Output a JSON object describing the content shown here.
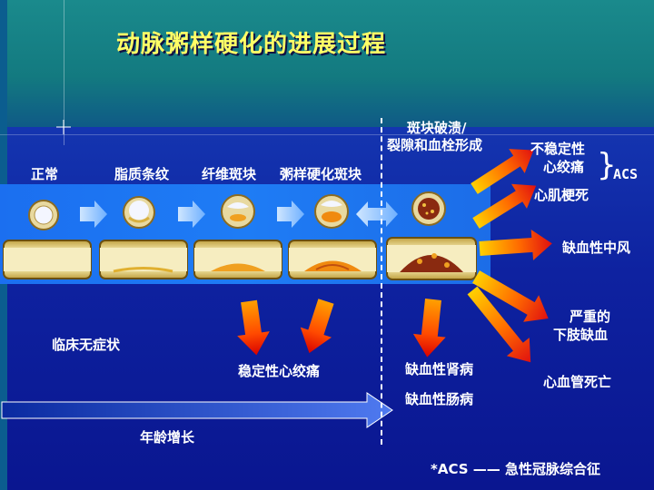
{
  "title": "动脉粥样硬化的进展过程",
  "stages": [
    "正常",
    "脂质条纹",
    "纤维斑块",
    "粥样硬化斑块"
  ],
  "rupture": {
    "line1": "斑块破溃/",
    "line2": "裂隙和血栓形成"
  },
  "outcomes": {
    "unstable_angina_1": "不稳定性",
    "unstable_angina_2": "心绞痛",
    "mi": "心肌梗死",
    "acs": "ACS",
    "stroke": "缺血性中风",
    "limb_1": "严重的",
    "limb_2": "下肢缺血",
    "death": "心血管死亡"
  },
  "left_notes": {
    "asymptomatic": "临床无症状",
    "stable_angina": "稳定性心绞痛",
    "age": "年龄增长"
  },
  "mid_notes": {
    "renal": "缺血性肾病",
    "bowel": "缺血性肠病"
  },
  "footnote": "*ACS —— 急性冠脉综合征"
}
